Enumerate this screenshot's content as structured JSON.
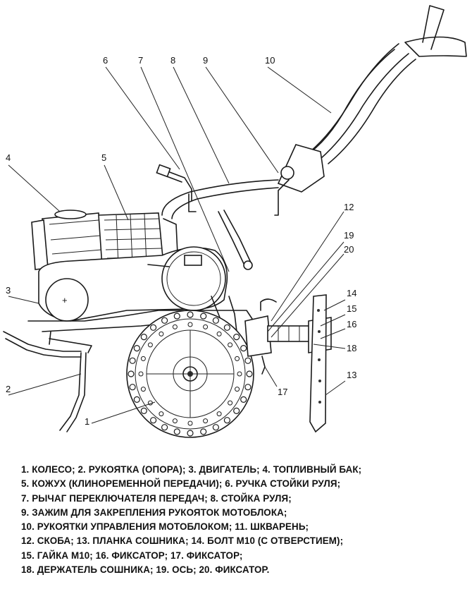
{
  "callouts": [
    {
      "id": "1",
      "label": "1"
    },
    {
      "id": "2",
      "label": "2"
    },
    {
      "id": "3",
      "label": "3"
    },
    {
      "id": "4",
      "label": "4"
    },
    {
      "id": "5",
      "label": "5"
    },
    {
      "id": "6",
      "label": "6"
    },
    {
      "id": "7",
      "label": "7"
    },
    {
      "id": "8",
      "label": "8"
    },
    {
      "id": "9",
      "label": "9"
    },
    {
      "id": "10",
      "label": "10"
    },
    {
      "id": "12",
      "label": "12"
    },
    {
      "id": "13",
      "label": "13"
    },
    {
      "id": "14",
      "label": "14"
    },
    {
      "id": "15",
      "label": "15"
    },
    {
      "id": "16",
      "label": "16"
    },
    {
      "id": "17",
      "label": "17"
    },
    {
      "id": "18",
      "label": "18"
    },
    {
      "id": "19",
      "label": "19"
    },
    {
      "id": "20",
      "label": "20"
    }
  ],
  "legend": [
    "1. КОЛЕСО; 2. РУКОЯТКА (ОПОРА); 3. ДВИГАТЕЛЬ; 4. ТОПЛИВНЫЙ БАК;",
    "5. КОЖУХ (КЛИНОРЕМЕННОЙ ПЕРЕДАЧИ); 6. РУЧКА СТОЙКИ РУЛЯ;",
    "7. РЫЧАГ ПЕРЕКЛЮЧАТЕЛЯ ПЕРЕДАЧ;  8. СТОЙКА РУЛЯ;",
    "9. ЗАЖИМ ДЛЯ ЗАКРЕПЛЕНИЯ РУКОЯТОК МОТОБЛОКА;",
    "10. РУКОЯТКИ УПРАВЛЕНИЯ МОТОБЛОКОМ; 11. ШКВАРЕНЬ;",
    "12. СКОБА; 13. ПЛАНКА СОШНИКА; 14. БОЛТ М10 (С ОТВЕРСТИЕМ);",
    "15. ГАЙКА М10; 16. ФИКСАТОР;  17. ФИКСАТОР;",
    "18. ДЕРЖАТЕЛЬ СОШНИКА; 19. ОСЬ;  20. ФИКСАТОР."
  ]
}
